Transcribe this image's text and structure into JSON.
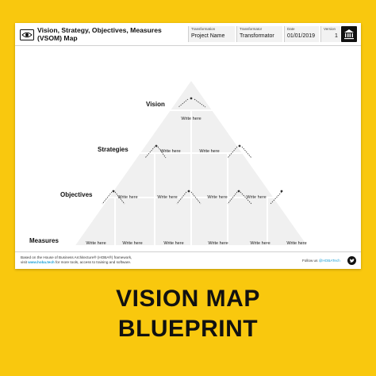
{
  "header": {
    "title": "Vision, Strategy, Objectives, Measures (VSOM) Map",
    "fields": [
      {
        "label": "Transformation",
        "value": "Project Name"
      },
      {
        "label": "Transformator",
        "value": "Transformator"
      },
      {
        "label": "Date",
        "value": "01/01/2019"
      },
      {
        "label": "Version",
        "value": "1"
      }
    ]
  },
  "pyramid": {
    "levels": [
      "Vision",
      "Strategies",
      "Objectives",
      "Measures"
    ],
    "placeholder": "Write here"
  },
  "footer": {
    "text_before": "Based on the House of Business Architecture® (HOBA®) framework,",
    "text_visit": "visit ",
    "link": "www.hoba.tech",
    "text_after": " for more tools, access to training and software.",
    "follow_prefix": "Follow us ",
    "handle": "@HOBATech"
  },
  "caption": {
    "line1": "VISION MAP",
    "line2": "BLUEPRINT"
  }
}
